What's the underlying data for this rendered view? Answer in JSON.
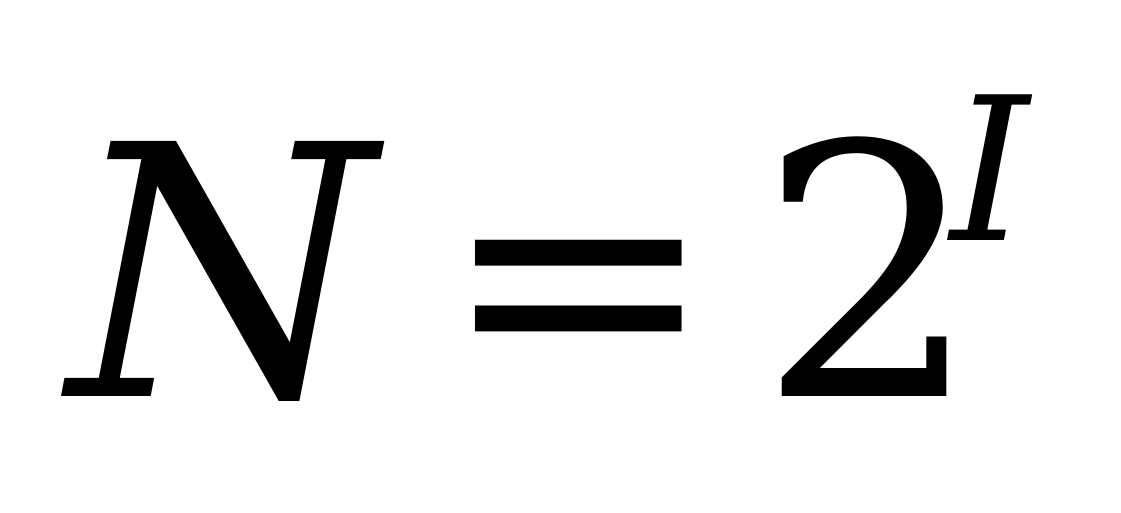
{
  "formula": {
    "lhs": "N",
    "operator": "=",
    "base": "2",
    "exponent": "I"
  }
}
